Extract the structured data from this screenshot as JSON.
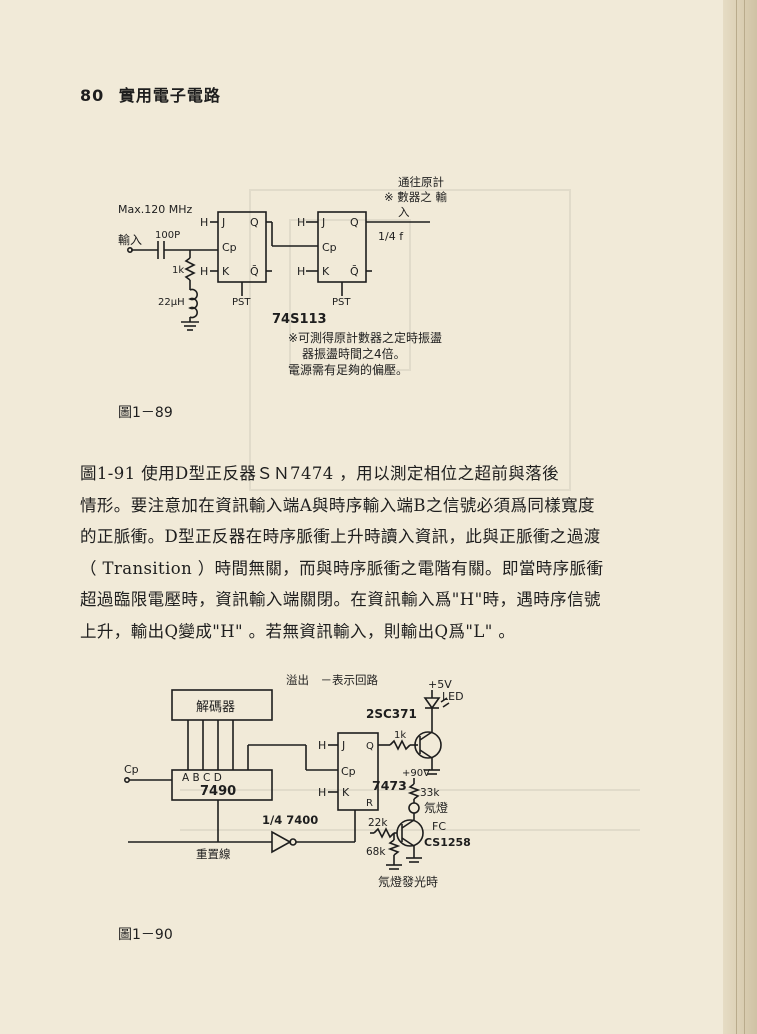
{
  "header": {
    "page_number": "80",
    "book_title": "實用電子電路"
  },
  "figure_89": {
    "label": "圖1－89",
    "max_freq": "Max.120 MHz",
    "input_label": "輸入",
    "cap_label": "100P",
    "res_label": "1k",
    "ind_label": "22μH",
    "ff1": {
      "j": "H",
      "k": "H",
      "q": "Q",
      "qbar": "Q̄",
      "cp": "Cp",
      "pst": "PST",
      "J": "J",
      "K": "K"
    },
    "ff2": {
      "j": "H",
      "k": "H",
      "q": "Q",
      "qbar": "Q̄",
      "cp": "Cp",
      "pst": "PST",
      "J": "J",
      "K": "K"
    },
    "out_freq": "1/4 f",
    "chip": "74S113",
    "dest_line1": "通往原計",
    "dest_line2": "※ 數器之 輸",
    "dest_line3": "入",
    "note_line1": "※可測得原計數器之定時振盪",
    "note_line2": "器振盪時間之4倍。",
    "note_line3": "電源需有足夠的偏壓。"
  },
  "paragraph": [
    "圖1-91 使用D型正反器ＳＮ7474 ，用以測定相位之超前與落後",
    "情形。要注意加在資訊輸入端A與時序輸入端B之信號必須爲同樣寬度",
    "的正脈衝。D型正反器在時序脈衝上升時讀入資訊，此與正脈衝之過渡",
    "（ Transition ）時間無關，而與時序脈衝之電階有關。即當時序脈衝",
    "超過臨限電壓時，資訊輸入端關閉。在資訊輸入爲\"H\"時，遇時序信號",
    "上升，輸出Q變成\"H\" 。若無資訊輸入，則輸出Q爲\"L\" 。"
  ],
  "figure_90": {
    "label": "圖1－90",
    "overflow": "溢出　－表示回路",
    "decoder": "解碼器",
    "cp": "Cp",
    "counter_pins": "A B C D",
    "counter": "7490",
    "reset_line": "重置線",
    "gate": "1/4 7400",
    "ff": {
      "j": "H",
      "k": "H",
      "J": "J",
      "K": "K",
      "q": "Q",
      "cp": "Cp",
      "r": "R"
    },
    "ff_chip": "7473",
    "transistor1": "2SC371",
    "r1": "1k",
    "v5": "+5V",
    "led": "LED",
    "v90": "+90V",
    "r33": "33k",
    "neon": "氖燈",
    "r22": "22k",
    "r68": "68k",
    "fc": "FC",
    "cs": "CS1258",
    "neon_on": "氖燈發光時"
  }
}
